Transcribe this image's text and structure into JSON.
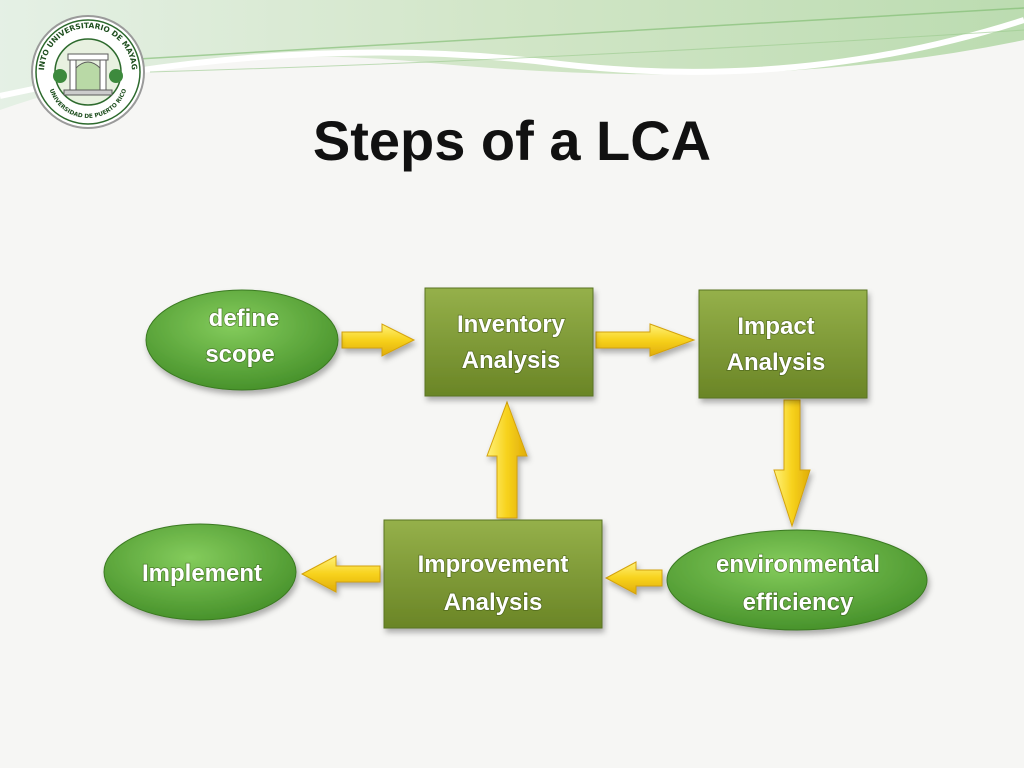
{
  "slide": {
    "title": "Steps of a LCA"
  },
  "logo": {
    "name": "university-seal",
    "text_top": "RECINTO UNIVERSITARIO DE MAYAGÜEZ",
    "text_bottom": "UNIVERSIDAD DE PUERTO RICO"
  },
  "colors": {
    "box_fill": "#7e9a34",
    "ellipse_fill": "#5fae3a",
    "arrow_fill": "#f7d21c",
    "header_green": "#b9d9a6"
  },
  "diagram": {
    "nodes": {
      "define": {
        "shape": "ellipse",
        "lines": [
          "define",
          "scope"
        ]
      },
      "inventory": {
        "shape": "box",
        "lines": [
          "Inventory",
          "Analysis"
        ]
      },
      "impact": {
        "shape": "box",
        "lines": [
          "Impact",
          "Analysis"
        ]
      },
      "environmental": {
        "shape": "ellipse",
        "lines": [
          "environmental",
          "efficiency"
        ]
      },
      "improvement": {
        "shape": "box",
        "lines": [
          "Improvement",
          "Analysis"
        ]
      },
      "implement": {
        "shape": "ellipse",
        "lines": [
          "Implement"
        ]
      }
    },
    "arrows": [
      {
        "from": "define",
        "to": "inventory"
      },
      {
        "from": "inventory",
        "to": "impact"
      },
      {
        "from": "impact",
        "to": "environmental"
      },
      {
        "from": "environmental",
        "to": "improvement"
      },
      {
        "from": "improvement",
        "to": "inventory"
      },
      {
        "from": "improvement",
        "to": "implement"
      }
    ]
  }
}
